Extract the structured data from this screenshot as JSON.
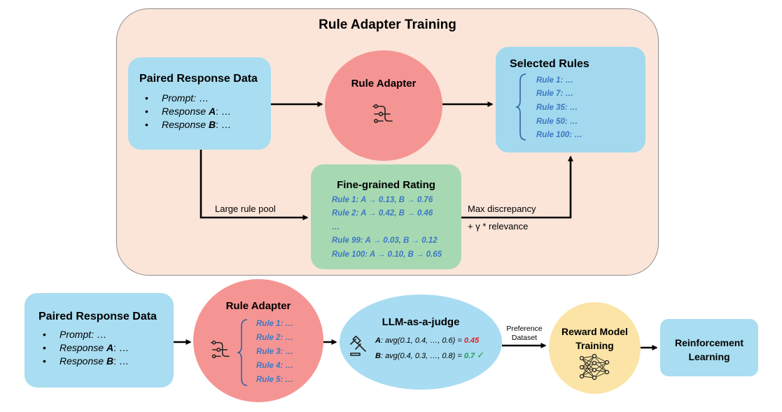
{
  "top": {
    "title": "Rule Adapter Training",
    "paired": {
      "title": "Paired Response Data",
      "items": [
        {
          "label": "Prompt:",
          "bold": "",
          "suffix": " …"
        },
        {
          "label": "Response ",
          "bold": "A",
          "suffix": ": …"
        },
        {
          "label": "Response ",
          "bold": "B",
          "suffix": ": …"
        }
      ]
    },
    "adapter": {
      "title": "Rule Adapter",
      "icon": "adapter-icon"
    },
    "selected": {
      "title": "Selected Rules",
      "rules": [
        "Rule 1: …",
        "Rule 7: …",
        "Rule 35: …",
        "Rule 50: …",
        "Rule 100: …"
      ]
    },
    "rating": {
      "title": "Fine-grained Rating",
      "rules": [
        "Rule 1: A → 0.13, B → 0.76",
        "Rule 2: A → 0.42, B → 0.46",
        "…",
        "Rule 99: A → 0.03, B → 0.12",
        "Rule 100: A → 0.10, B →  0.65"
      ]
    },
    "edge_pool": "Large rule pool",
    "edge_discrepancy_1": "Max discrepancy",
    "edge_discrepancy_2": "+ γ * relevance"
  },
  "bottom": {
    "paired": {
      "title": "Paired Response Data",
      "items": [
        {
          "label": "Prompt:",
          "bold": "",
          "suffix": " …"
        },
        {
          "label": "Response ",
          "bold": "A",
          "suffix": ": …"
        },
        {
          "label": "Response ",
          "bold": "B",
          "suffix": ": …"
        }
      ]
    },
    "adapter": {
      "title": "Rule Adapter",
      "rules": [
        "Rule 1: …",
        "Rule 2: …",
        "Rule 3: …",
        "Rule 4: …",
        "Rule 5: …"
      ]
    },
    "judge": {
      "title": "LLM-as-a-judge",
      "a_label": "A",
      "a_text": ": avg(0.1, 0.4, …, 0.6) = ",
      "a_score": "0.45",
      "b_label": "B",
      "b_text": ": avg(0.4, 0.3, …, 0.8) = ",
      "b_score": "0.7",
      "check": "✓",
      "icon": "gavel-icon"
    },
    "pref_line1": "Preference",
    "pref_line2": "Dataset",
    "reward": {
      "line1": "Reward Model",
      "line2": "Training",
      "icon": "neural-network-icon"
    },
    "rl": {
      "line1": "Reinforcement",
      "line2": "Learning"
    }
  },
  "colors": {
    "panel_bg": "#fbe5d9",
    "blue": "#a9ddf1",
    "red": "#f59593",
    "green": "#a6d9b2",
    "yellow": "#fce4a6",
    "rule_text": "#3d78c4",
    "score_bad": "#e02020",
    "score_good": "#1aa04a"
  }
}
